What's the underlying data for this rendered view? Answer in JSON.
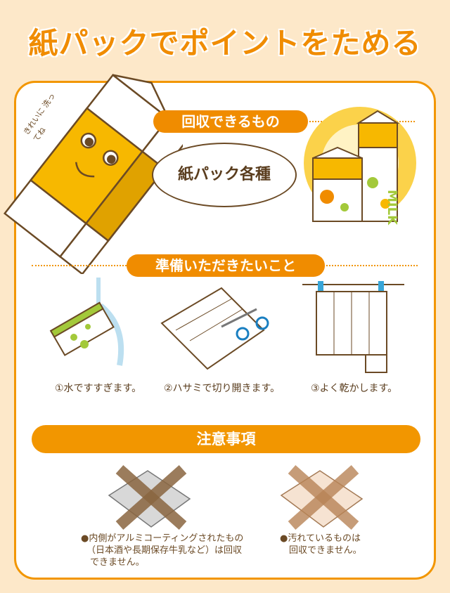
{
  "title": "紙パックでポイントをためる",
  "character_note": "きれいに 洗ってね",
  "recyclable": {
    "heading": "回収できるもの",
    "item": "紙パック各種",
    "carton_label": "MILK"
  },
  "preparation": {
    "heading": "準備いただきたいこと",
    "steps": [
      {
        "label": "①水ですすぎます。"
      },
      {
        "label": "②ハサミで切り開きます。"
      },
      {
        "label": "③よく乾かします。"
      }
    ]
  },
  "cautions": {
    "heading": "注意事項",
    "items": [
      {
        "bullet": "●",
        "text_lines": [
          "内側がアルミコーティングされたもの",
          "（日本酒や長期保存牛乳など）は回収",
          "できません。"
        ]
      },
      {
        "bullet": "●",
        "text_lines": [
          "汚れているものは",
          "回収できません。"
        ]
      }
    ]
  },
  "colors": {
    "accent": "#f08c00",
    "background": "#fde8c9",
    "text": "#6b4a25"
  }
}
